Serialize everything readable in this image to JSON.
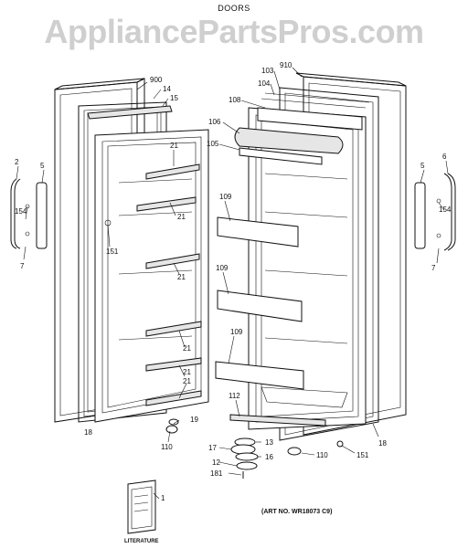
{
  "diagram": {
    "title": "DOORS",
    "watermark": "AppliancePartsPros.com",
    "art_number": "(ART NO. WR18073 C9)",
    "literature_label": "LITERATURE",
    "callouts": {
      "c900": "900",
      "c14": "14",
      "c15": "15",
      "c2_left": "2",
      "c5_left": "5",
      "c154_left": "154",
      "c7_left": "7",
      "c21_a": "21",
      "c21_b": "21",
      "c21_c": "21",
      "c21_d": "21",
      "c21_e": "21",
      "c21_f": "21",
      "c151_left": "151",
      "c18_left": "18",
      "c19": "19",
      "c110_left": "110",
      "c910": "910",
      "c103": "103",
      "c104": "104",
      "c108": "108",
      "c106": "106",
      "c105": "105",
      "c109_a": "109",
      "c109_b": "109",
      "c109_c": "109",
      "c112": "112",
      "c5_right": "5",
      "c6": "6",
      "c154_right": "154",
      "c7_right": "7",
      "c18_right": "18",
      "c13": "13",
      "c17": "17",
      "c16": "16",
      "c12": "12",
      "c181": "181",
      "c110_right": "110",
      "c151_right": "151",
      "c1": "1"
    }
  }
}
